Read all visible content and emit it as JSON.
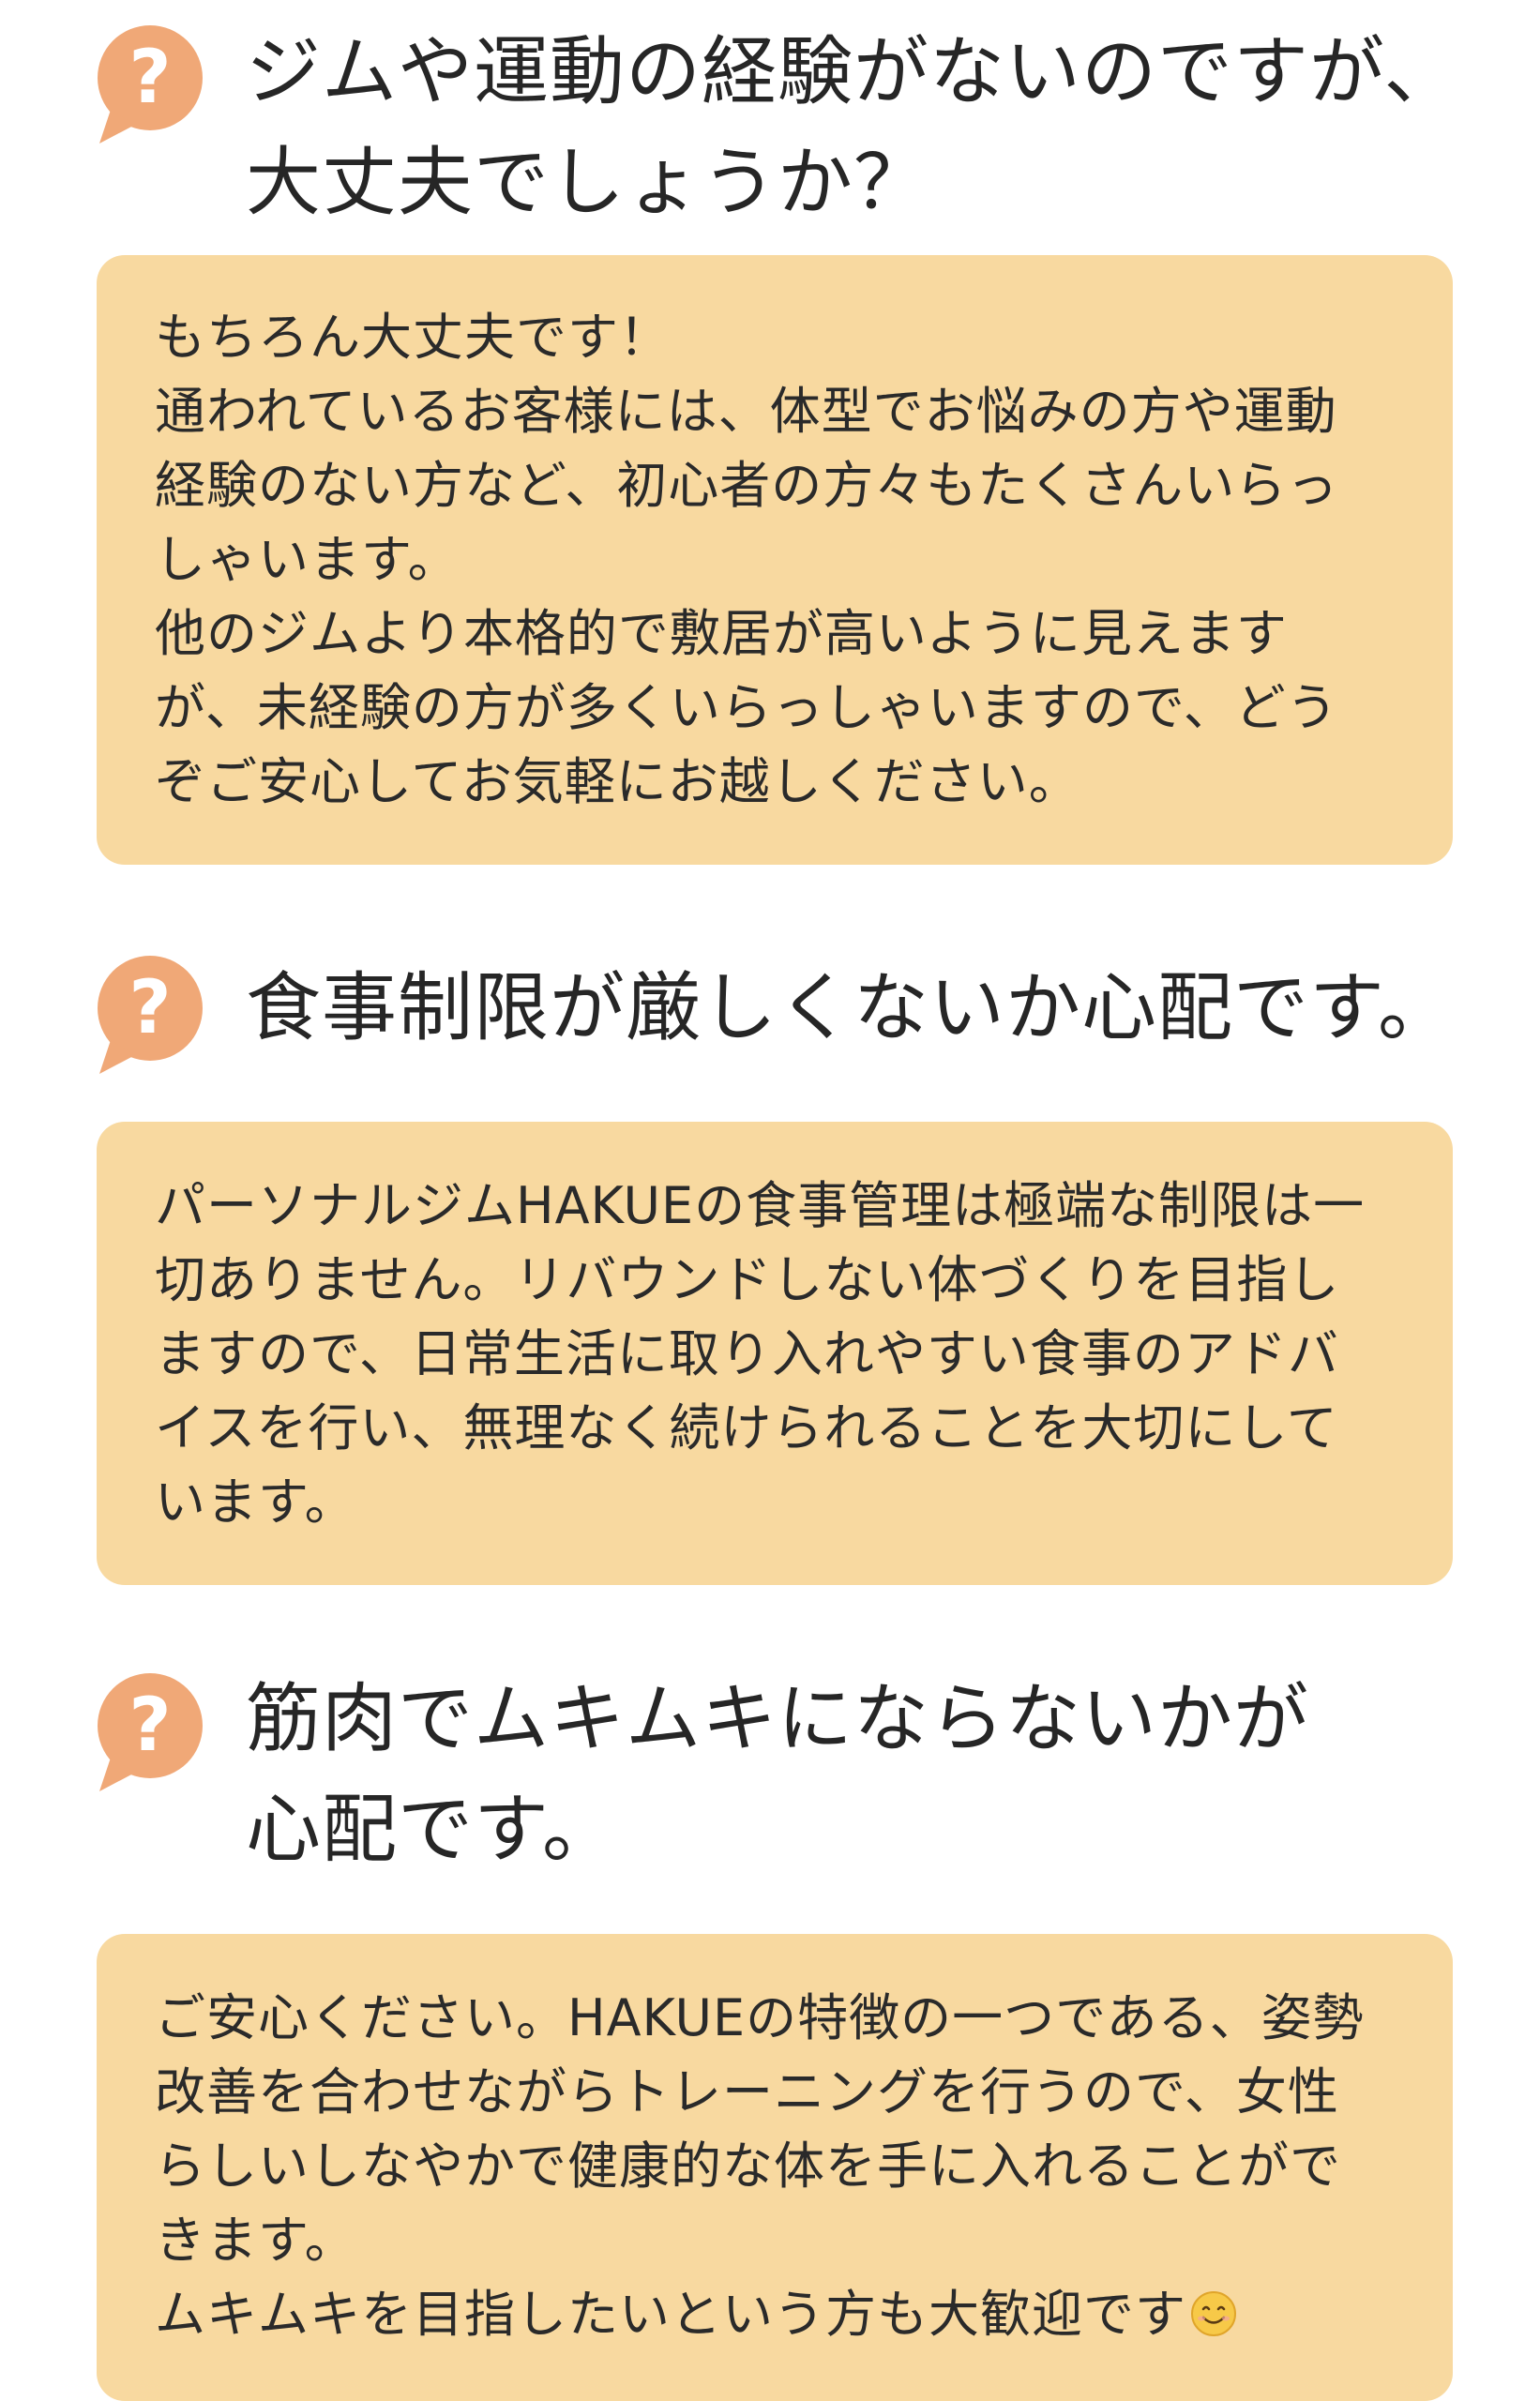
{
  "colors": {
    "accent_icon": "#f0a877",
    "answer_background": "#f8d9a0",
    "text": "#2a2a2a"
  },
  "faq": [
    {
      "icon": "question-bubble-icon",
      "question": "ジムや運動の経験がないのですが、\n大丈夫でしょうか？",
      "answer": "もちろん大丈夫です！\n通われているお客様には、体型でお悩みの方や運動\n経験のない方など、初心者の方々もたくさんいらっ\nしゃいます。\n他のジムより本格的で敷居が高いように見えます\nが、未経験の方が多くいらっしゃいますので、どう\nぞご安心してお気軽にお越しください。"
    },
    {
      "icon": "question-bubble-icon",
      "question": "食事制限が厳しくないか心配です。",
      "answer": "パーソナルジムHAKUEの食事管理は極端な制限は一\n切ありません。リバウンドしない体づくりを目指し\nますので、日常生活に取り入れやすい食事のアドバ\nイスを行い、無理なく続けられることを大切にして\nいます。"
    },
    {
      "icon": "question-bubble-icon",
      "question": "筋肉でムキムキにならないかが\n心配です。",
      "answer": "ご安心ください。HAKUEの特徴の一つである、姿勢\n改善を合わせながらトレーニングを行うので、女性\nらしいしなやかで健康的な体を手に入れることがで\nきます。\nムキムキを目指したいという方も大歓迎です",
      "answer_emoji": "smiling-face-emoji"
    }
  ]
}
